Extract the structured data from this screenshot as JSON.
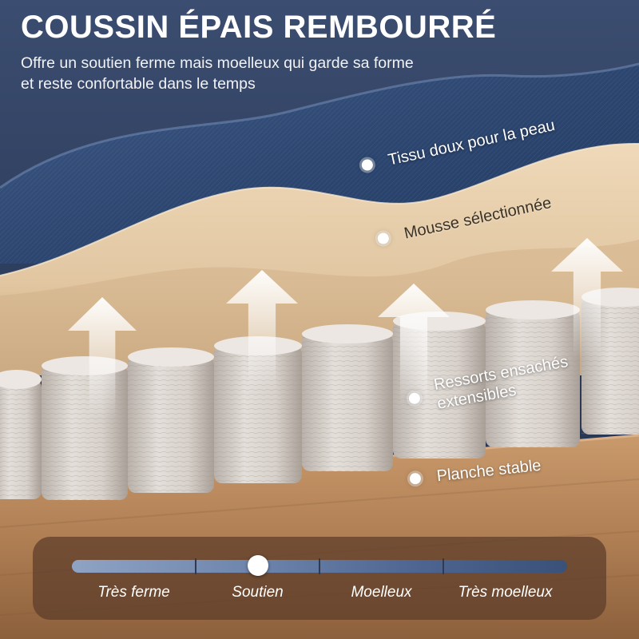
{
  "header": {
    "title": "COUSSIN ÉPAIS REMBOURRÉ",
    "subtitle_line1": "Offre un soutien ferme mais moelleux qui garde sa forme",
    "subtitle_line2": "et reste confortable dans le temps"
  },
  "callouts": [
    {
      "key": "fabric",
      "label": "Tissu doux pour la peau"
    },
    {
      "key": "foam",
      "label": "Mousse sélectionnée"
    },
    {
      "key": "springs",
      "label_line1": "Ressorts ensachés",
      "label_line2": "extensibles"
    },
    {
      "key": "board",
      "label": "Planche stable"
    }
  ],
  "firmness_scale": {
    "options": [
      "Très ferme",
      "Soutien",
      "Moelleux",
      "Très moelleux"
    ],
    "selected": "Soutien",
    "selected_position": 0.375
  },
  "colors": {
    "fabric": "#2f4a73",
    "foam": "#e6ccaa",
    "spring": "#d9d3ce",
    "board": "#b98a5f",
    "background": "#33466a"
  },
  "icons": [
    "up-arrow-icon",
    "indicator-dot-icon",
    "slider-knob-icon"
  ]
}
